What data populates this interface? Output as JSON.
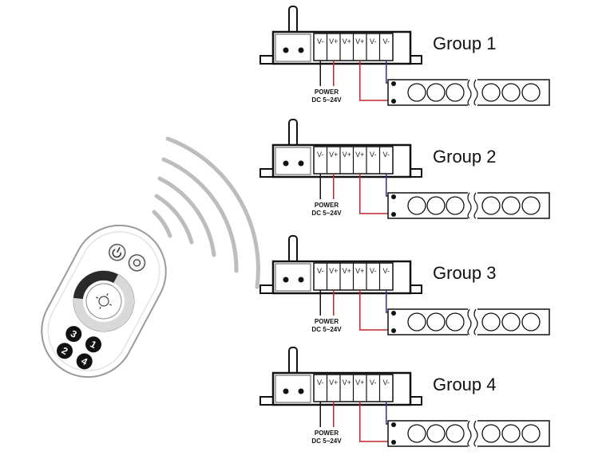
{
  "diagram": {
    "groups": [
      {
        "label": "Group 1"
      },
      {
        "label": "Group 2"
      },
      {
        "label": "Group 3"
      },
      {
        "label": "Group 4"
      }
    ],
    "terminal_labels": [
      "V-",
      "V+",
      "V+",
      "V+",
      "V-",
      "V-"
    ],
    "power_label": "POWER",
    "voltage_label": "DC 5~24V",
    "remote_buttons": [
      "1",
      "2",
      "3",
      "4"
    ],
    "wire_colors": {
      "red": "#c0272d",
      "blue": "#2e3192",
      "black": "#111111"
    }
  }
}
